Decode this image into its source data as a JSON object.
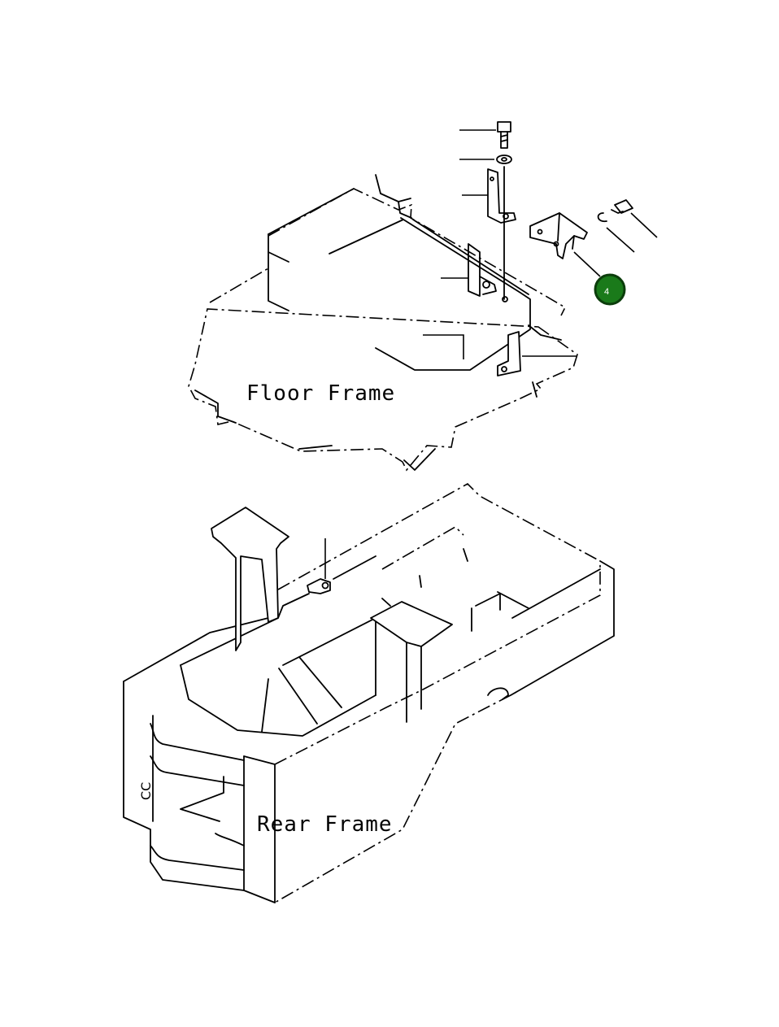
{
  "labels": {
    "floor_frame": "Floor Frame",
    "rear_frame": "Rear Frame",
    "rear_mark": "СС"
  },
  "callouts": [
    {
      "number": "4",
      "color": "#1a7a1a",
      "border_color": "#0b3d0b"
    }
  ]
}
